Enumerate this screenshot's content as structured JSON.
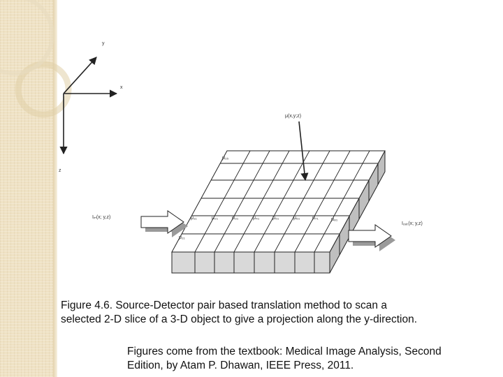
{
  "axes": {
    "y": "y",
    "x": "x",
    "z": "z"
  },
  "labels": {
    "mu_xyz": "μ(x,y;z)",
    "mu_top": "μ₁₅",
    "i_in": "Iᵢₙ(x; y,z)",
    "i_out": "Iₒᵤₜ(x; y,z)",
    "mu_front": "μ₁₁"
  },
  "mu_row": [
    "μ₁₁",
    "μ₂₁",
    "μ₃₁",
    "μ₄₁",
    "μ₅₁",
    "μ₆₁",
    "μ₇₁",
    "μ₈₁"
  ],
  "caption": {
    "line1": "Figure 4.6. Source-Detector pair based translation method to scan a",
    "line2": "selected 2-D slice of a 3-D object to give a projection along the y-direction."
  },
  "credit": {
    "line1": "Figures come from the textbook: Medical Image Analysis, Second",
    "line2": "Edition, by Atam P. Dhawan, IEEE Press, 2011."
  },
  "colors": {
    "block_front": "#d9d9d9",
    "block_side": "#bfbfbf",
    "arrow_fill": "#ffffff",
    "arrow_shadow": "#9a9a9a",
    "sidebar": "#efe2c4",
    "ring": "#e0d0a8"
  }
}
